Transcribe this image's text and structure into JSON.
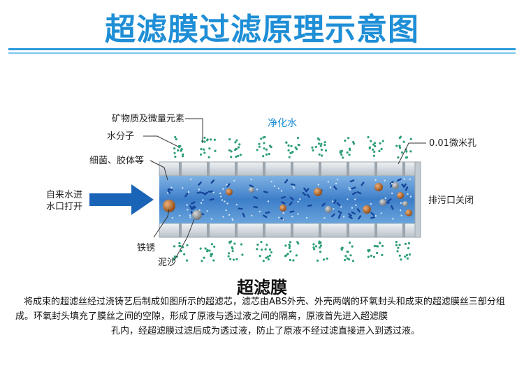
{
  "header": {
    "title": "超滤膜过滤原理示意图"
  },
  "diagram": {
    "labels": {
      "minerals": "矿物质及微量元素",
      "water_molecule": "水分子",
      "bacteria_colloid": "细菌、胶体等",
      "clean_water": "净化水",
      "pore_size": "0.01微米孔",
      "inlet_line1": "自来水进",
      "inlet_line2": "水口打开",
      "drain_closed": "排污口关闭",
      "rust": "铁锈",
      "silt": "泥沙"
    },
    "colors": {
      "title_blue": "#1e8ed6",
      "tube_blue": "#3d7ec9",
      "tube_wall": "#cfd6dc",
      "arrow_blue": "#1a64b8",
      "particle_green": "#2e9e7a",
      "rust_brown": "#b5651d",
      "silt_gray": "#8a8f95"
    }
  },
  "membrane": {
    "heading": "超滤膜",
    "paragraph_line1": "将成束的超滤丝经过浇铸艺后制成如图所示的超滤芯，滤芯由ABS外壳、外壳两端的环氧封头和成束的超滤膜丝三部分组成。环氧封头填充了膜丝之间的空隙，形成了原液与透过液之间的隔离，原液首先进入超滤膜",
    "paragraph_line2": "孔内，经超滤膜过滤后成为透过液，防止了原液不经过滤直接进入到透过液。"
  }
}
